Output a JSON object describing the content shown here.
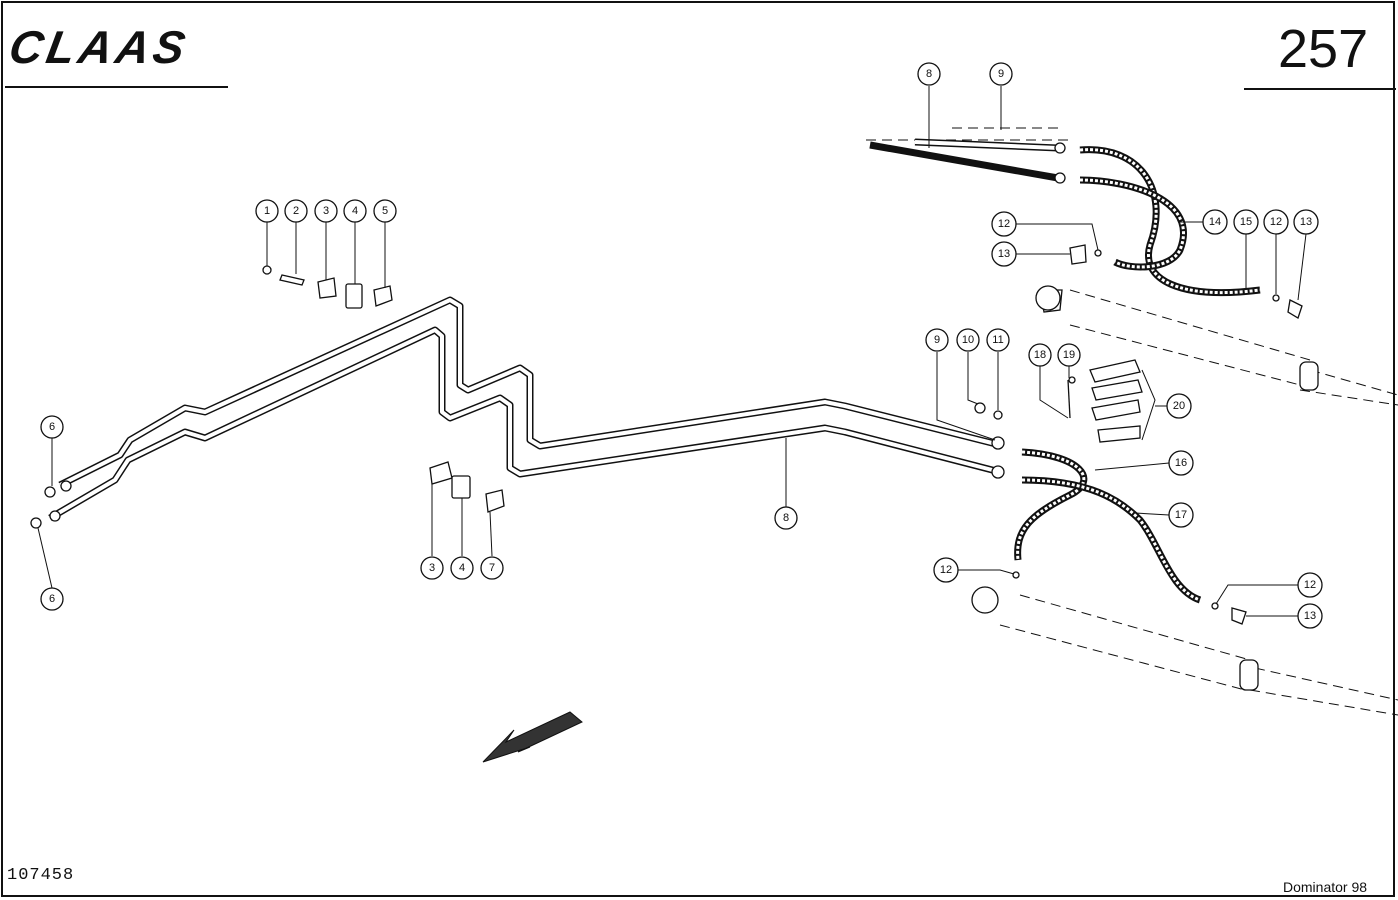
{
  "header": {
    "brand": "CLAAS",
    "page_number": "257"
  },
  "footer": {
    "drawing_number": "107458",
    "model": "Dominator 98"
  },
  "callouts": [
    {
      "label": "1"
    },
    {
      "label": "2"
    },
    {
      "label": "3"
    },
    {
      "label": "4"
    },
    {
      "label": "5"
    },
    {
      "label": "6"
    },
    {
      "label": "6"
    },
    {
      "label": "3"
    },
    {
      "label": "4"
    },
    {
      "label": "7"
    },
    {
      "label": "8"
    },
    {
      "label": "9"
    },
    {
      "label": "8"
    },
    {
      "label": "9"
    },
    {
      "label": "10"
    },
    {
      "label": "11"
    },
    {
      "label": "18"
    },
    {
      "label": "19"
    },
    {
      "label": "20"
    },
    {
      "label": "12"
    },
    {
      "label": "13"
    },
    {
      "label": "14"
    },
    {
      "label": "15"
    },
    {
      "label": "12"
    },
    {
      "label": "13"
    },
    {
      "label": "16"
    },
    {
      "label": "17"
    },
    {
      "label": "12"
    },
    {
      "label": "12"
    },
    {
      "label": "13"
    }
  ],
  "icons": {
    "direction_arrow": "travel-direction-arrow-icon"
  }
}
